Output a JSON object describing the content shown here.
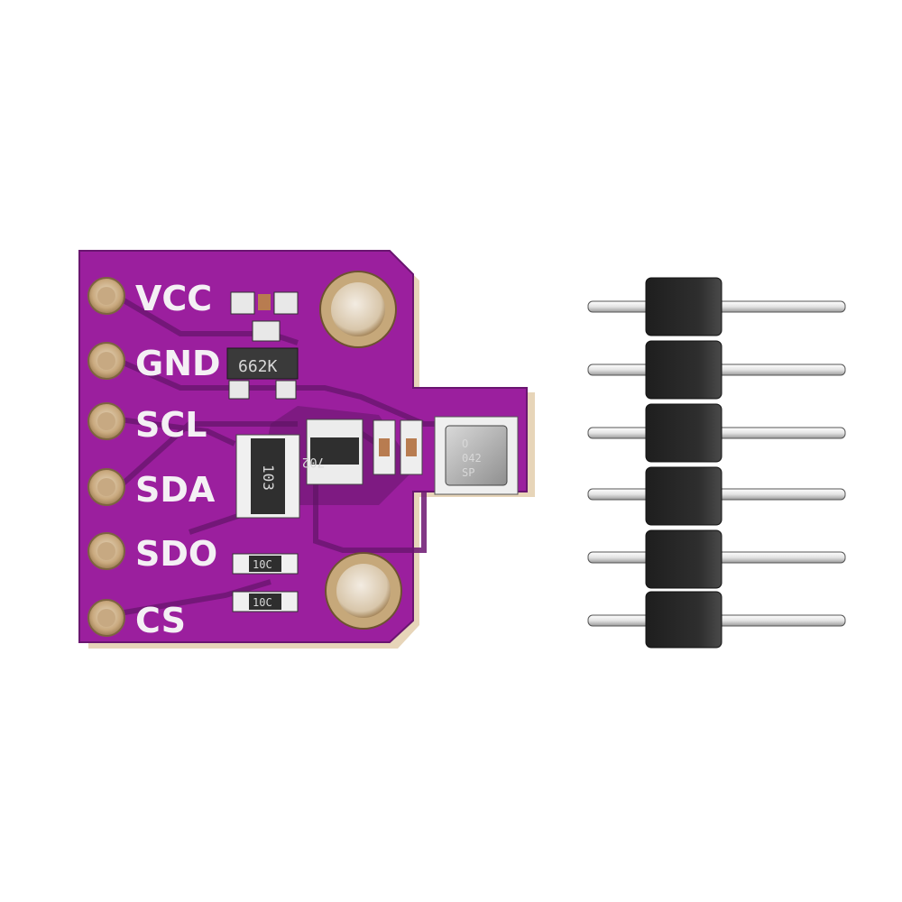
{
  "board": {
    "pins": [
      {
        "label": "VCC"
      },
      {
        "label": "GND"
      },
      {
        "label": "SCL"
      },
      {
        "label": "SDA"
      },
      {
        "label": "SDO"
      },
      {
        "label": "CS"
      }
    ],
    "components": {
      "regulator_marking": "662K",
      "level_shifter_marking": "103",
      "mosfet_marking": "702",
      "resistor_1_marking": "10C",
      "resistor_2_marking": "10C",
      "sensor_marking_line1": "O",
      "sensor_marking_line2": "042",
      "sensor_marking_line3": "SP"
    },
    "colors": {
      "pcb": "#9b1f9e",
      "pcb_dark": "#6a1670",
      "pad_gold": "#c8a878",
      "silkscreen": "#f4f0f4",
      "header_plastic": "#2a2a2a",
      "pin_metal": "#e6e6e6"
    }
  },
  "header": {
    "pin_count": 6
  }
}
